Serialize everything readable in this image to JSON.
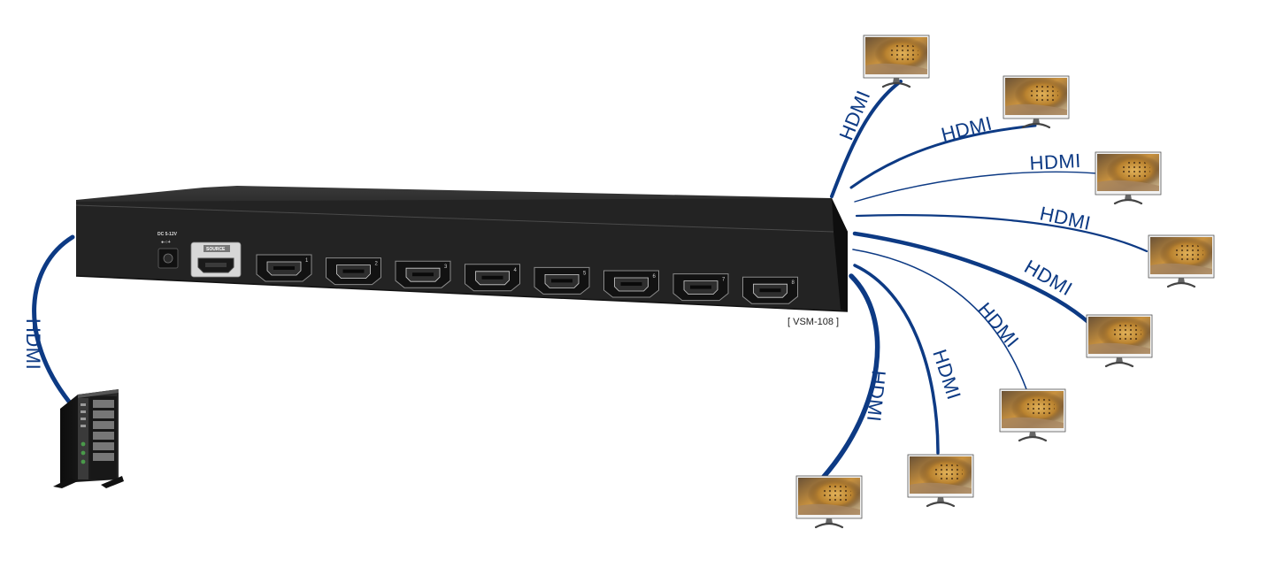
{
  "device": {
    "model_label": "[ VSM-108 ]",
    "power_label": "DC 5-12V",
    "source_label": "SOURCE",
    "outputs": [
      "1",
      "2",
      "3",
      "4",
      "5",
      "6",
      "7",
      "8"
    ]
  },
  "cables": {
    "input_label": "HDMI",
    "output_labels": [
      "HDMI",
      "HDMI",
      "HDMI",
      "HDMI",
      "HDMI",
      "HDMI",
      "HDMI",
      "HDMI"
    ]
  },
  "colors": {
    "cable": "#0d3a84",
    "device_body": "#1a1a1a",
    "device_panel": "#2b2b2b"
  },
  "icons": {
    "source_device": "pc-tower-icon",
    "display": "monitor-icon"
  }
}
